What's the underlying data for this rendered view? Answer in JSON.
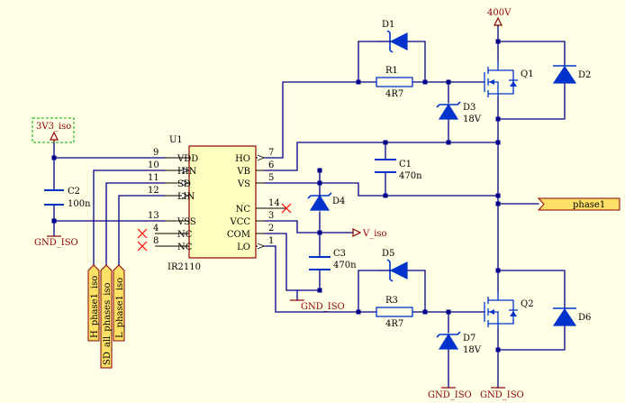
{
  "ic": {
    "ref": "U1",
    "part": "IR2110",
    "left_pins": [
      {
        "num": "9",
        "name": "VDD"
      },
      {
        "num": "10",
        "name": "HIN"
      },
      {
        "num": "11",
        "name": "SD"
      },
      {
        "num": "12",
        "name": "LIN"
      },
      {
        "num": "13",
        "name": "VSS"
      },
      {
        "num": "4",
        "name": "NC"
      },
      {
        "num": "8",
        "name": "NC"
      }
    ],
    "right_pins": [
      {
        "num": "7",
        "name": "HO"
      },
      {
        "num": "6",
        "name": "VB"
      },
      {
        "num": "5",
        "name": "VS"
      },
      {
        "num": "14",
        "name": "NC"
      },
      {
        "num": "3",
        "name": "VCC"
      },
      {
        "num": "2",
        "name": "COM"
      },
      {
        "num": "1",
        "name": "LO"
      }
    ]
  },
  "components": {
    "D1": "D1",
    "D2": "D2",
    "D3": "D3",
    "D3_val": "18V",
    "D4": "D4",
    "D5": "D5",
    "D6": "D6",
    "D7": "D7",
    "D7_val": "18V",
    "R1": "R1",
    "R1_val": "4R7",
    "R3": "R3",
    "R3_val": "4R7",
    "C1": "C1",
    "C1_val": "470n",
    "C2": "C2",
    "C2_val": "100n",
    "C3": "C3",
    "C3_val": "470n",
    "Q1": "Q1",
    "Q2": "Q2"
  },
  "nets": {
    "v3v3_iso": "3V3_iso",
    "v400": "400V",
    "v_iso": "V_iso",
    "phase1": "phase1",
    "gnd_iso": "GND_ISO",
    "h_phase1_iso": "H_phase1_iso",
    "sd_all_phases_iso": "SD_all_phases_iso",
    "l_phase1_iso": "L_phase1_iso"
  },
  "colors": {
    "background": "#ffffe6",
    "wire": "#00008b",
    "component": "#0033cc",
    "ic_fill": "#ffffc0",
    "port_fill": "#ffe066",
    "label_red": "#8b0000",
    "no_connect": "#ff0000"
  }
}
